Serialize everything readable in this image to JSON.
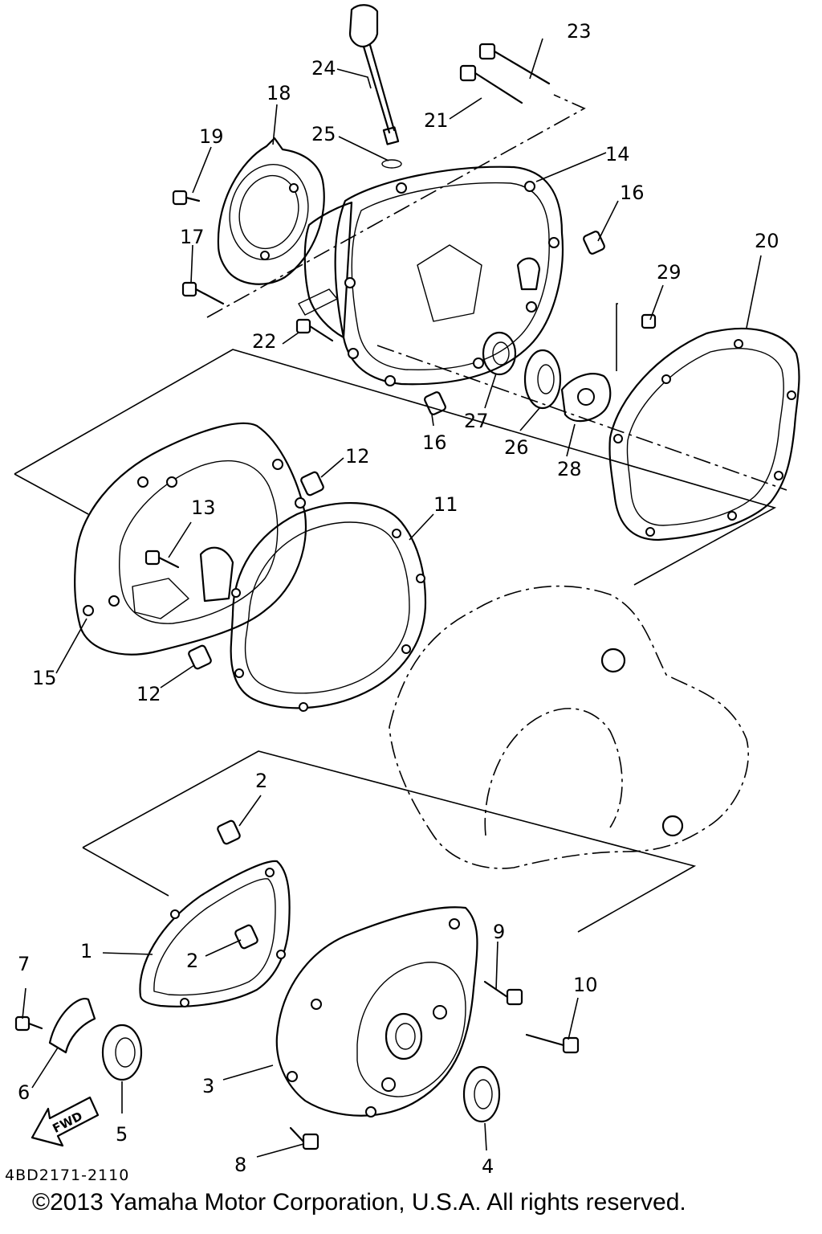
{
  "diagram_code": "4BD2171-2110",
  "copyright": "©2013 Yamaha Motor Corporation, U.S.A. All rights reserved.",
  "fwd_label": "FWD",
  "callouts": {
    "p1": "1",
    "p2a": "2",
    "p2b": "2",
    "p3": "3",
    "p4": "4",
    "p5": "5",
    "p6": "6",
    "p7": "7",
    "p8": "8",
    "p9": "9",
    "p10": "10",
    "p11": "11",
    "p12a": "12",
    "p12b": "12",
    "p13": "13",
    "p14": "14",
    "p15": "15",
    "p16a": "16",
    "p16b": "16",
    "p17": "17",
    "p18": "18",
    "p19": "19",
    "p20": "20",
    "p21": "21",
    "p22": "22",
    "p23": "23",
    "p24": "24",
    "p25": "25",
    "p26": "26",
    "p27": "27",
    "p28": "28",
    "p29": "29"
  }
}
